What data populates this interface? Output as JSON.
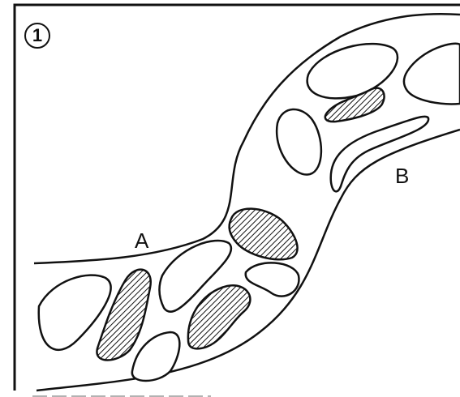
{
  "figure": {
    "panel_number": "1",
    "labels": {
      "a": "A",
      "b": "B"
    }
  },
  "colors": {
    "ink": "#111111",
    "background": "#ffffff"
  }
}
